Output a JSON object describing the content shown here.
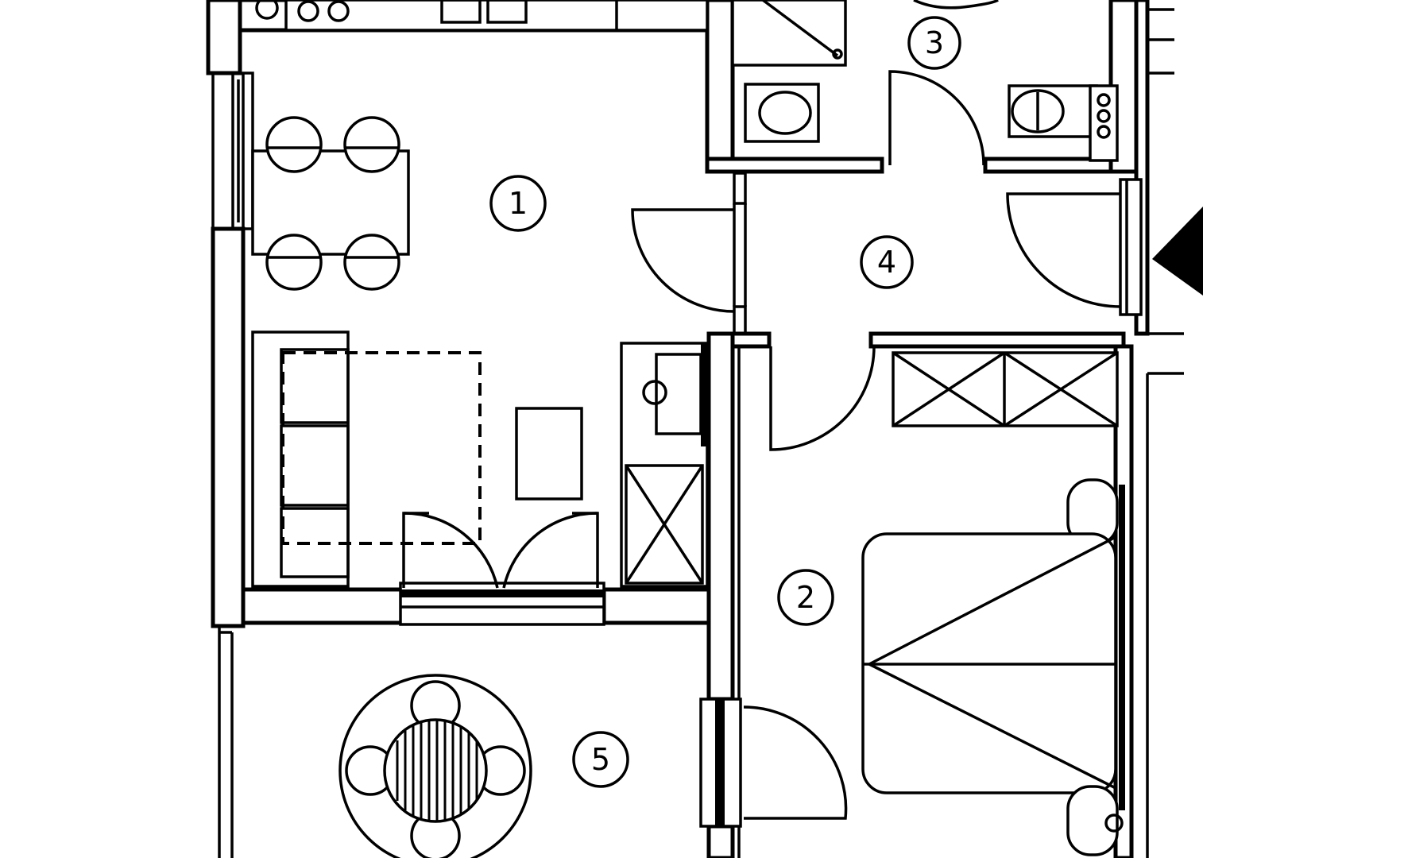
{
  "plan": {
    "wall_color": "#000000",
    "background_color": "#ffffff",
    "rooms": [
      {
        "id": "room-1",
        "label": "1"
      },
      {
        "id": "room-2",
        "label": "2"
      },
      {
        "id": "room-3",
        "label": "3"
      },
      {
        "id": "room-4",
        "label": "4"
      },
      {
        "id": "room-5",
        "label": "5"
      }
    ],
    "entrance_marker": "entrance-arrow-icon"
  }
}
